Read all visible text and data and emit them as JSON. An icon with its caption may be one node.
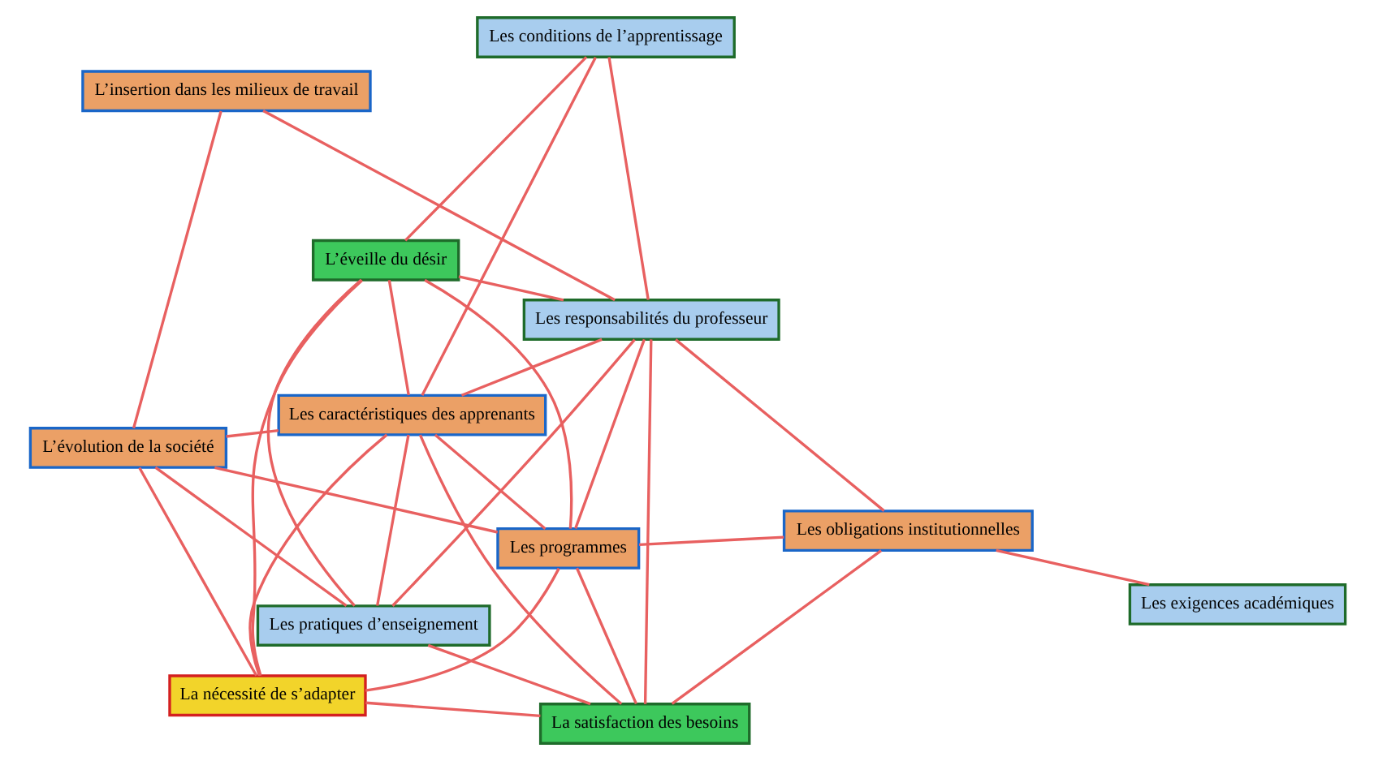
{
  "diagram": {
    "nodes": [
      {
        "text": [
          "La nécessité de s’adapter"
        ]
      },
      {
        "text": [
          "Les programmes"
        ]
      },
      {
        "text": [
          "L’évolution de la société"
        ]
      },
      {
        "text": [
          "Les caractéristiques des apprenants"
        ]
      },
      {
        "text": [
          "Les exigences académiques"
        ]
      },
      {
        "text": [
          "Les conditions de l’apprentissage"
        ]
      },
      {
        "text": [
          "La satisfaction des besoins"
        ]
      },
      {
        "text": [
          "L’éveille du désir"
        ]
      },
      {
        "text": [
          "Les pratiques d’enseignement"
        ]
      },
      {
        "text": [
          "Les obligations institutionnelles"
        ]
      },
      {
        "text": [
          "Les responsabilités du professeur"
        ]
      },
      {
        "text": [
          "L’insertion dans les milieux de travail"
        ]
      }
    ],
    "edges": [
      {
        "from": 0,
        "to": 1,
        "arrow": "none"
      },
      {
        "from": 0,
        "to": 2,
        "arrow": "none"
      },
      {
        "from": 0,
        "to": 3,
        "arrow": "none"
      },
      {
        "from": 0,
        "to": 6,
        "arrow": "none"
      },
      {
        "from": 0,
        "to": 7,
        "arrow": "none"
      },
      {
        "from": 1,
        "to": 2,
        "arrow": "none"
      },
      {
        "from": 1,
        "to": 3,
        "arrow": "none"
      },
      {
        "from": 1,
        "to": 9,
        "arrow": "none"
      },
      {
        "from": 1,
        "to": 6,
        "arrow": "none"
      },
      {
        "from": 1,
        "to": 7,
        "arrow": "none"
      },
      {
        "from": 1,
        "to": 10,
        "arrow": "none"
      },
      {
        "from": 2,
        "to": 3,
        "arrow": "none"
      },
      {
        "from": 2,
        "to": 8,
        "arrow": "none"
      },
      {
        "from": 2,
        "to": 11,
        "arrow": "none"
      },
      {
        "from": 3,
        "to": 5,
        "arrow": "none"
      },
      {
        "from": 3,
        "to": 6,
        "arrow": "none"
      },
      {
        "from": 3,
        "to": 7,
        "arrow": "none"
      },
      {
        "from": 3,
        "to": 8,
        "arrow": "none"
      },
      {
        "from": 3,
        "to": 10,
        "arrow": "none"
      },
      {
        "from": 4,
        "to": 9,
        "arrow": "none"
      },
      {
        "from": 5,
        "to": 7,
        "arrow": "none"
      },
      {
        "from": 5,
        "to": 10,
        "arrow": "none"
      },
      {
        "from": 6,
        "to": 9,
        "arrow": "none"
      },
      {
        "from": 6,
        "to": 10,
        "arrow": "none"
      },
      {
        "from": 6,
        "to": 8,
        "arrow": "none"
      },
      {
        "from": 7,
        "to": 8,
        "arrow": "none"
      },
      {
        "from": 7,
        "to": 10,
        "arrow": "none"
      },
      {
        "from": 8,
        "to": 10,
        "arrow": "none"
      },
      {
        "from": 10,
        "to": 11,
        "arrow": "none"
      },
      {
        "from": 9,
        "to": 10,
        "arrow": "none"
      }
    ]
  }
}
